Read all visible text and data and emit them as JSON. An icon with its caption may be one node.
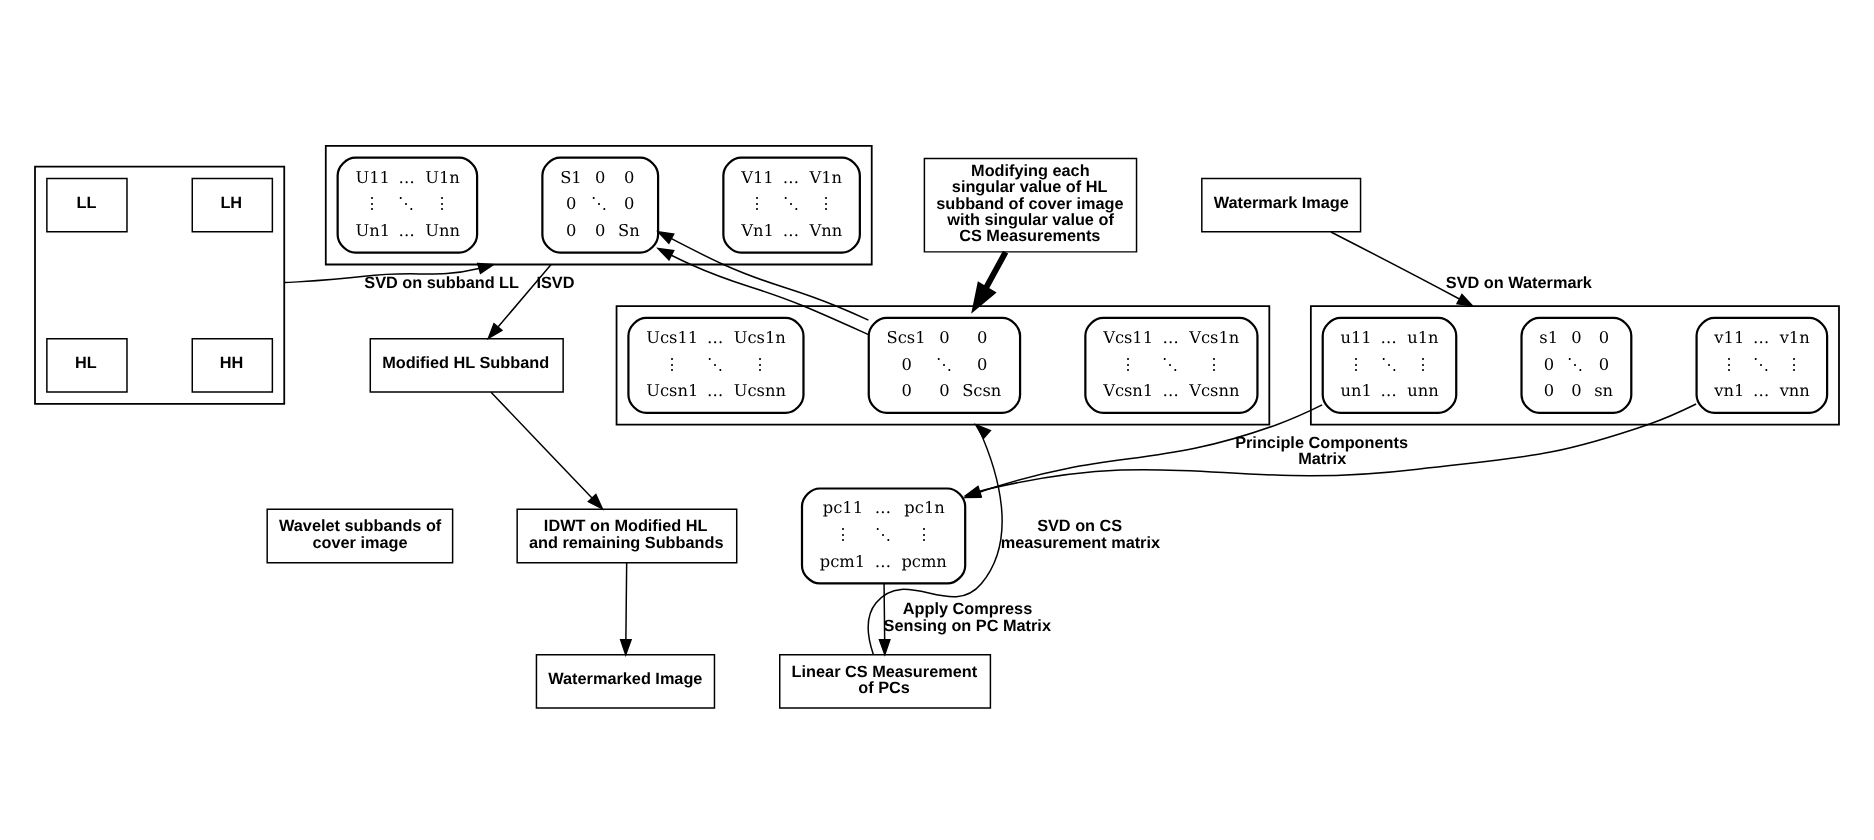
{
  "diagram": {
    "nodes": [
      {
        "text": [],
        "shape": "box"
      },
      {
        "text": [
          "LL"
        ],
        "in": 0
      },
      {
        "text": [
          "LH"
        ],
        "in": 0
      },
      {
        "text": [
          "HL"
        ],
        "in": 0
      },
      {
        "text": [
          "HH"
        ],
        "in": 0
      },
      {
        "text": [
          "Wavelet subbands of cover image"
        ]
      },
      {
        "text": [],
        "shape": "box"
      },
      {
        "text": [
          "U11 … U1n ⋮ ⋱ ⋮ Un1 … Unn"
        ],
        "in": 6
      },
      {
        "text": [
          "S1 0 0 0 ⋱ 0 0 0 Sn"
        ],
        "in": 6
      },
      {
        "text": [
          "V11 … V1n ⋮ ⋱ ⋮ Vn1 … Vnn"
        ],
        "in": 6
      },
      {
        "text": [
          "Modified HL Subband"
        ]
      },
      {
        "text": [
          "IDWT on Modified HL and remaining Subbands"
        ]
      },
      {
        "text": [
          "Watermarked Image"
        ]
      },
      {
        "text": [
          "Modifying each singular value of HL subband of cover image with singular value of CS Measurements"
        ]
      },
      {
        "text": [],
        "shape": "box"
      },
      {
        "text": [
          "Ucs11 … Ucs1n ⋮ ⋱ ⋮ Ucsn1 … Ucsnn"
        ],
        "in": 14
      },
      {
        "text": [
          "Scs1 0 0 0 ⋱ 0 0 0 Scsn"
        ],
        "in": 14
      },
      {
        "text": [
          "Vcs11 … Vcs1n ⋮ ⋱ ⋮ Vcsn1 … Vcsnn"
        ],
        "in": 14
      },
      {
        "text": [
          "Linear CS Measurement of PCs"
        ]
      },
      {
        "text": [
          "Watermark Image"
        ]
      },
      {
        "text": [],
        "shape": "box"
      },
      {
        "text": [
          "u11 … u1n ⋮ ⋱ ⋮ un1 … unn"
        ],
        "in": 20
      },
      {
        "text": [
          "s1 0 0 0 ⋱ 0 0 0 sn"
        ],
        "in": 20
      },
      {
        "text": [
          "v11 … v1n ⋮ ⋱ ⋮ vn1 … vnn"
        ],
        "in": 20
      },
      {
        "text": [
          "pc11 … pc1n ⋮ ⋱ ⋮ pcm1 … pcmn"
        ]
      }
    ],
    "edges": [
      {
        "from": 0,
        "to": 6,
        "arrow": "to",
        "label": "SVD on subband LL"
      },
      {
        "from": 6,
        "to": 10,
        "arrow": "to",
        "label": "ISVD"
      },
      {
        "from": 10,
        "to": 11,
        "arrow": "to"
      },
      {
        "from": 11,
        "to": 12,
        "arrow": "to"
      },
      {
        "from": 13,
        "to": 14,
        "arrow": "to",
        "style": "thick"
      },
      {
        "from": 19,
        "to": 20,
        "arrow": "to",
        "label": "SVD on Watermark"
      },
      {
        "from": 21,
        "to": 24,
        "arrow": "to",
        "label": "Principle Components Matrix"
      },
      {
        "from": 23,
        "to": 24,
        "arrow": "to"
      },
      {
        "from": 24,
        "to": 18,
        "arrow": "to",
        "label": "Apply Compress Sensing on PC Matrix"
      },
      {
        "from": 18,
        "to": 14,
        "arrow": "to",
        "label": "SVD on CS measurement matrix"
      },
      {
        "from": 16,
        "to": 8,
        "arrow": "to"
      },
      {
        "from": 16,
        "to": 8,
        "arrow": "to"
      }
    ]
  }
}
